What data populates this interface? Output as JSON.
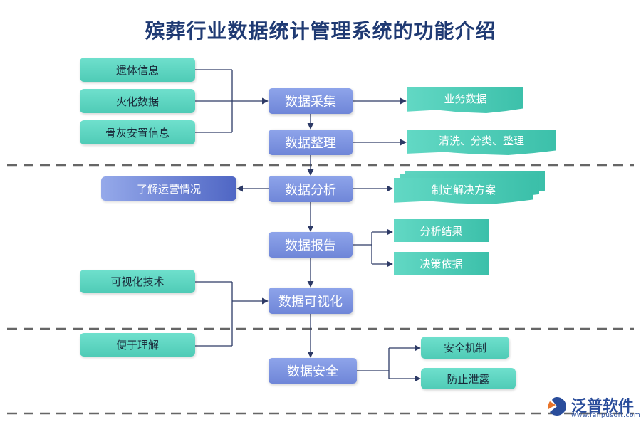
{
  "title": "殡葬行业数据统计管理系统的功能介绍",
  "flow": {
    "collect": "数据采集",
    "organize": "数据整理",
    "analyze": "数据分析",
    "report": "数据报告",
    "visualize": "数据可视化",
    "security": "数据安全"
  },
  "inputs": {
    "remains": "遗体信息",
    "cremation": "火化数据",
    "ashes": "骨灰安置信息",
    "viz_tech": "可视化技术",
    "easy_understand": "便于理解"
  },
  "outputs": {
    "business_data": "业务数据",
    "cleaning": "清洗、分类、整理",
    "operations": "了解运营情况",
    "solution": "制定解决方案",
    "analysis_result": "分析结果",
    "decision_basis": "决策依据",
    "security_mechanism": "安全机制",
    "leak_prevention": "防止泄露"
  },
  "logo": {
    "name": "泛普软件",
    "url": "www.fanpusoft.com"
  },
  "colors": {
    "title": "#1f3a73",
    "center_box": "#7f95e2",
    "teal_box": "#5fd5c1",
    "connector": "#2d3a66",
    "divider": "#666666"
  }
}
